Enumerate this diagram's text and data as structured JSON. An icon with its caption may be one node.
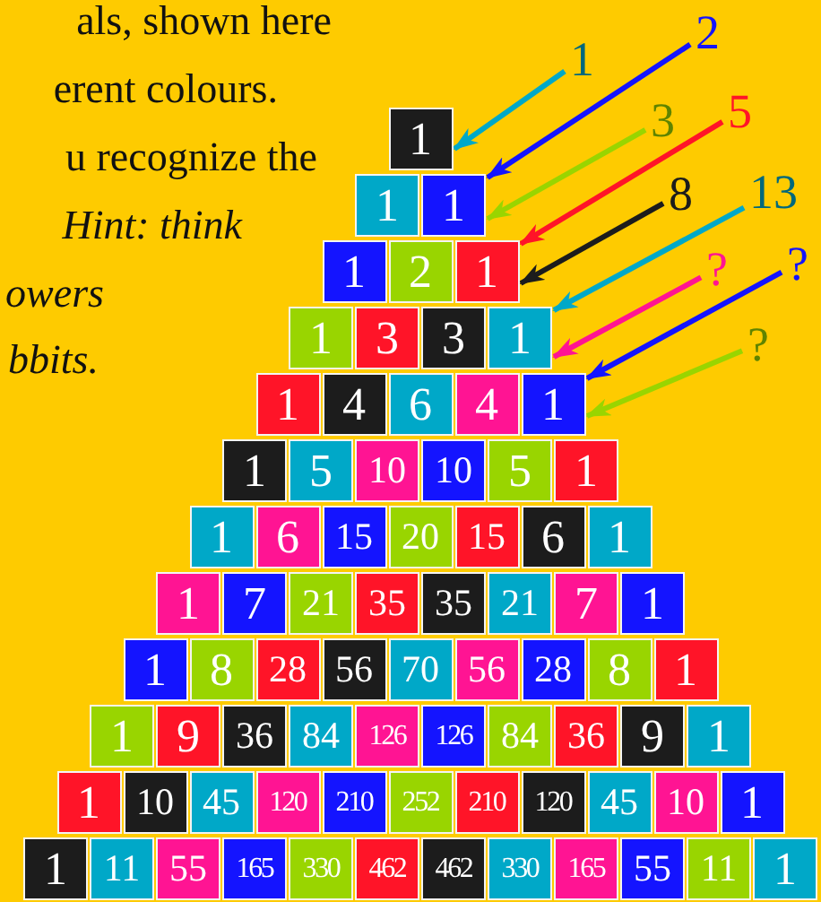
{
  "diagram": {
    "nodes": [
      {
        "text": [
          "1"
        ]
      },
      {
        "text": [
          "1"
        ]
      },
      {
        "text": [
          "1"
        ]
      },
      {
        "text": [
          "1"
        ]
      },
      {
        "text": [
          "2"
        ]
      },
      {
        "text": [
          "1"
        ]
      },
      {
        "text": [
          "1"
        ]
      },
      {
        "text": [
          "3"
        ]
      },
      {
        "text": [
          "3"
        ]
      },
      {
        "text": [
          "1"
        ]
      },
      {
        "text": [
          "1"
        ]
      },
      {
        "text": [
          "4"
        ]
      },
      {
        "text": [
          "6"
        ]
      },
      {
        "text": [
          "4"
        ]
      },
      {
        "text": [
          "1"
        ]
      },
      {
        "text": [
          "1"
        ]
      },
      {
        "text": [
          "5"
        ]
      },
      {
        "text": [
          "10"
        ]
      },
      {
        "text": [
          "10"
        ]
      },
      {
        "text": [
          "5"
        ]
      },
      {
        "text": [
          "1"
        ]
      },
      {
        "text": [
          "1"
        ]
      },
      {
        "text": [
          "6"
        ]
      },
      {
        "text": [
          "15"
        ]
      },
      {
        "text": [
          "20"
        ]
      },
      {
        "text": [
          "15"
        ]
      },
      {
        "text": [
          "6"
        ]
      },
      {
        "text": [
          "1"
        ]
      },
      {
        "text": [
          "1"
        ]
      },
      {
        "text": [
          "7"
        ]
      },
      {
        "text": [
          "21"
        ]
      },
      {
        "text": [
          "35"
        ]
      },
      {
        "text": [
          "35"
        ]
      },
      {
        "text": [
          "21"
        ]
      },
      {
        "text": [
          "7"
        ]
      },
      {
        "text": [
          "1"
        ]
      },
      {
        "text": [
          "1"
        ]
      },
      {
        "text": [
          "8"
        ]
      },
      {
        "text": [
          "28"
        ]
      },
      {
        "text": [
          "56"
        ]
      },
      {
        "text": [
          "70"
        ]
      },
      {
        "text": [
          "56"
        ]
      },
      {
        "text": [
          "28"
        ]
      },
      {
        "text": [
          "8"
        ]
      },
      {
        "text": [
          "1"
        ]
      },
      {
        "text": [
          "1"
        ]
      },
      {
        "text": [
          "9"
        ]
      },
      {
        "text": [
          "36"
        ]
      },
      {
        "text": [
          "84"
        ]
      },
      {
        "text": [
          "126"
        ]
      },
      {
        "text": [
          "126"
        ]
      },
      {
        "text": [
          "84"
        ]
      },
      {
        "text": [
          "36"
        ]
      },
      {
        "text": [
          "9"
        ]
      },
      {
        "text": [
          "1"
        ]
      },
      {
        "text": [
          "1"
        ]
      },
      {
        "text": [
          "10"
        ]
      },
      {
        "text": [
          "45"
        ]
      },
      {
        "text": [
          "120"
        ]
      },
      {
        "text": [
          "210"
        ]
      },
      {
        "text": [
          "252"
        ]
      },
      {
        "text": [
          "210"
        ]
      },
      {
        "text": [
          "120"
        ]
      },
      {
        "text": [
          "45"
        ]
      },
      {
        "text": [
          "10"
        ]
      },
      {
        "text": [
          "1"
        ]
      },
      {
        "text": [
          "1"
        ]
      },
      {
        "text": [
          "11"
        ]
      },
      {
        "text": [
          "55"
        ]
      },
      {
        "text": [
          "165"
        ]
      },
      {
        "text": [
          "330"
        ]
      },
      {
        "text": [
          "462"
        ]
      },
      {
        "text": [
          "462"
        ]
      },
      {
        "text": [
          "330"
        ]
      },
      {
        "text": [
          "165"
        ]
      },
      {
        "text": [
          "55"
        ]
      },
      {
        "text": [
          "11"
        ]
      },
      {
        "text": [
          "1"
        ]
      },
      {
        "text": [
          "1"
        ]
      },
      {
        "text": [
          "2"
        ]
      },
      {
        "text": [
          "3"
        ]
      },
      {
        "text": [
          "5"
        ]
      },
      {
        "text": [
          "8"
        ]
      },
      {
        "text": [
          "13"
        ]
      },
      {
        "text": [
          "?"
        ]
      },
      {
        "text": [
          "?"
        ]
      },
      {
        "text": [
          "?"
        ]
      }
    ],
    "edges": [
      {
        "from": 78,
        "to": 0,
        "arrow": "to",
        "color": "#00a8c8"
      },
      {
        "from": 79,
        "to": 2,
        "arrow": "to",
        "color": "#1414ff"
      },
      {
        "from": 80,
        "to": 2,
        "arrow": "to",
        "color": "#99d500"
      },
      {
        "from": 81,
        "to": 5,
        "arrow": "to",
        "color": "#ff1428"
      },
      {
        "from": 82,
        "to": 5,
        "arrow": "to",
        "color": "#1c1c1c"
      },
      {
        "from": 83,
        "to": 9,
        "arrow": "to",
        "color": "#00a8c8"
      },
      {
        "from": 84,
        "to": 9,
        "arrow": "to",
        "color": "#ff1493"
      },
      {
        "from": 85,
        "to": 14,
        "arrow": "to",
        "color": "#1414ff"
      },
      {
        "from": 86,
        "to": 14,
        "arrow": "to",
        "color": "#99d500"
      }
    ],
    "labels": [
      "als, shown here",
      "erent colours.",
      "u recognize the",
      "Hint: think",
      "owers",
      "bbits."
    ]
  }
}
